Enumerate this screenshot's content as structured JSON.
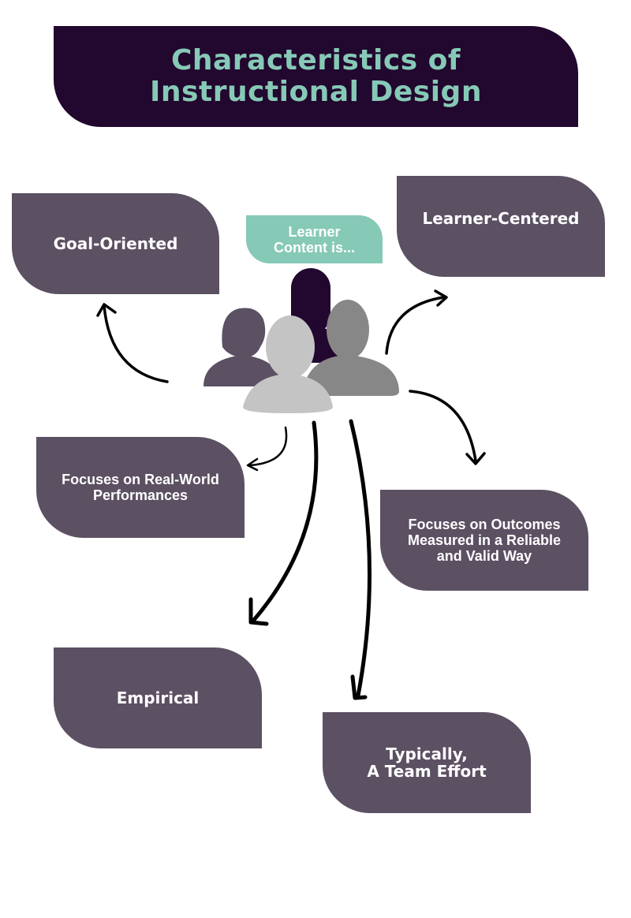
{
  "title": "Characteristics of\nInstructional Design",
  "bubble": "Learner\nContent is...",
  "cards": {
    "goal_oriented": "Goal-Oriented",
    "learner_centered": "Learner-Centered",
    "real_world": "Focuses on Real-World\nPerformances",
    "outcomes": "Focuses on Outcomes\nMeasured in a Reliable\nand Valid Way",
    "empirical": "Empirical",
    "team_effort": "Typically,\nA Team Effort"
  },
  "colors": {
    "banner": "#22072f",
    "title_text": "#86c9b6",
    "card": "#5c5063",
    "bubble": "#86c9b6",
    "arrow": "#000000",
    "person_dark": "#22072f",
    "person_mauve": "#5c5063",
    "person_gray": "#878787",
    "person_light": "#c4c4c4"
  },
  "icons": [
    "people-group-icon",
    "arrow-icon"
  ]
}
